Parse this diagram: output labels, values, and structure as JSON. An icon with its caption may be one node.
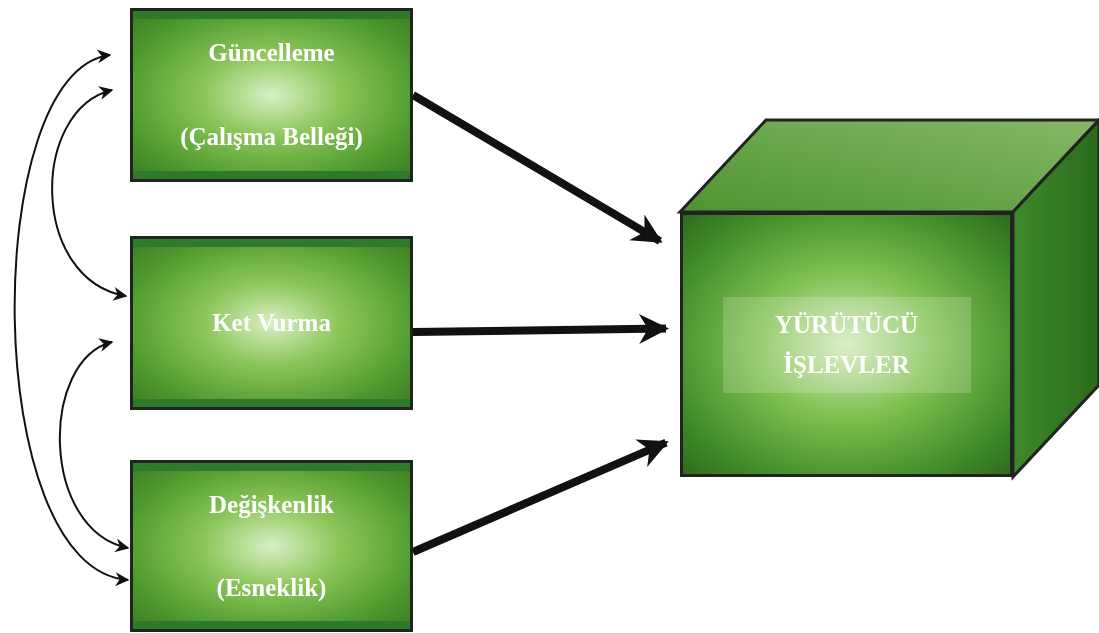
{
  "diagram": {
    "nodes": [
      {
        "text": [
          "Güncelleme",
          "(Çalışma Belleği)"
        ]
      },
      {
        "text": [
          "Ket Vurma"
        ]
      },
      {
        "text": [
          "Değişkenlik",
          "(Esneklik)"
        ]
      },
      {
        "text": [
          "YÜRÜTÜCÜ İŞLEVLER"
        ]
      }
    ],
    "edges": [
      {
        "from": 0,
        "to": 3,
        "arrow": "to",
        "style": "thick"
      },
      {
        "from": 1,
        "to": 3,
        "arrow": "to",
        "style": "thick"
      },
      {
        "from": 2,
        "to": 3,
        "arrow": "to",
        "style": "thick"
      },
      {
        "from": 0,
        "to": 2,
        "arrow": "both"
      },
      {
        "from": 0,
        "to": 1,
        "arrow": "both"
      },
      {
        "from": 1,
        "to": 2,
        "arrow": "both"
      }
    ]
  }
}
